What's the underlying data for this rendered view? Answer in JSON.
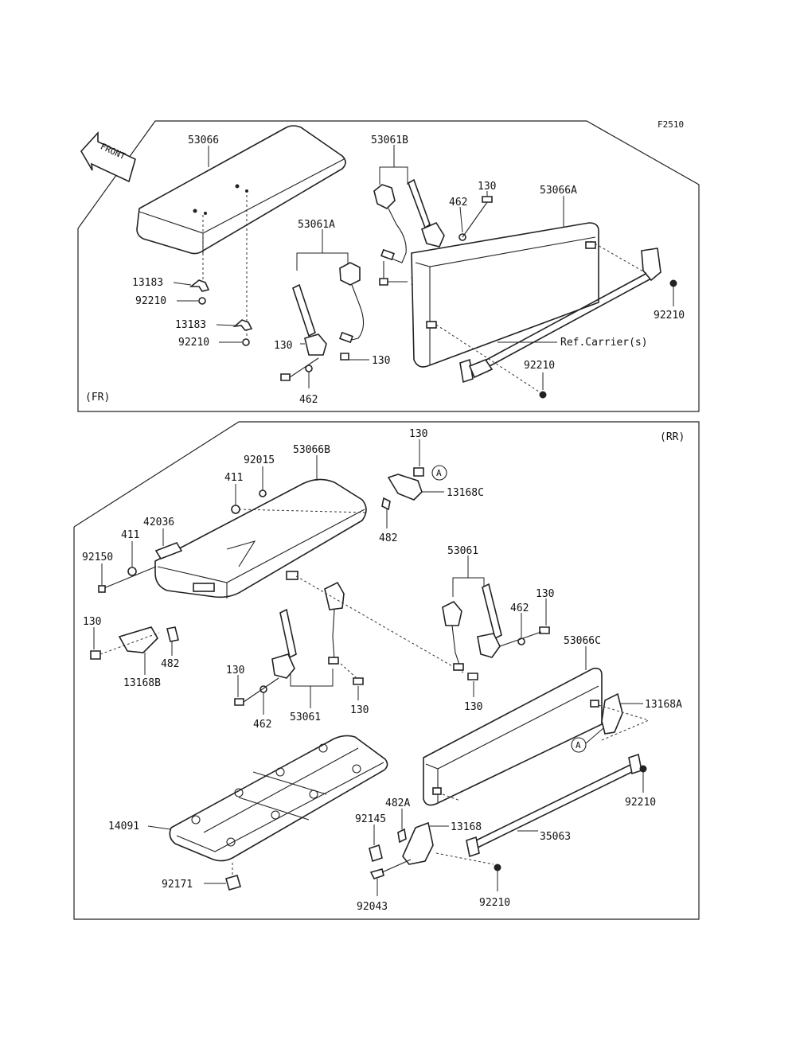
{
  "figure_code": "F2510",
  "front_arrow": {
    "text": "FRONT"
  },
  "sections": {
    "front": {
      "tag": "(FR)"
    },
    "rear": {
      "tag": "(RR)"
    }
  },
  "ref_marker": "A",
  "labels": {
    "fr_seat": "53066",
    "fr_belt_b": "53061B",
    "fr_belt_a": "53061A",
    "fr_backrest": "53066A",
    "fr_13183_top": "13183",
    "fr_92210_top": "92210",
    "fr_13183_bot": "13183",
    "fr_92210_bot": "92210",
    "fr_130_b_top": "130",
    "fr_462_b": "462",
    "fr_130_b_mid": "130",
    "fr_130_a_left": "130",
    "fr_130_a_right": "130",
    "fr_462_a": "462",
    "fr_92210_right": "92210",
    "fr_92210_bottom": "92210",
    "fr_ref_carrier": "Ref.Carrier(s)",
    "rr_seat": "53066B",
    "rr_92015": "92015",
    "rr_411_top": "411",
    "rr_42036": "42036",
    "rr_411_left": "411",
    "rr_92150": "92150",
    "rr_130_top": "130",
    "rr_13168c": "13168C",
    "rr_482_top": "482",
    "rr_53061_top": "53061",
    "rr_462_right": "462",
    "rr_130_right": "130",
    "rr_130_left": "130",
    "rr_482_left": "482",
    "rr_13168b": "13168B",
    "rr_130_mid": "130",
    "rr_462_mid": "462",
    "rr_53061_bot": "53061",
    "rr_130_midright": "130",
    "rr_130_belt": "130",
    "rr_backrest": "53066C",
    "rr_13168a": "13168A",
    "rr_92210_right": "92210",
    "rr_14091": "14091",
    "rr_482a": "482A",
    "rr_92145": "92145",
    "rr_13168": "13168",
    "rr_35063": "35063",
    "rr_92171": "92171",
    "rr_92043": "92043",
    "rr_92210_bottom": "92210"
  }
}
